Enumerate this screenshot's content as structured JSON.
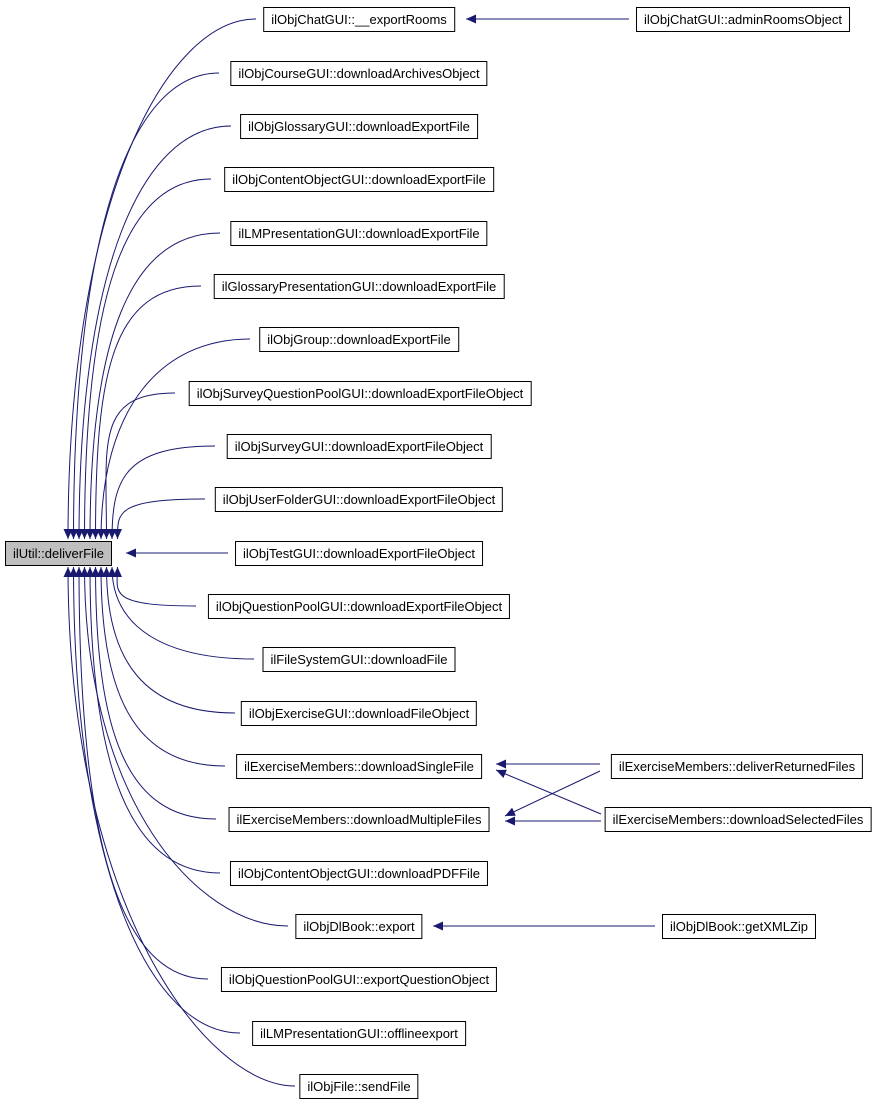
{
  "diagram": {
    "type": "call-graph",
    "edge_color": "#191970",
    "center_node_bg": "#bfbfbf",
    "center_node": {
      "label": "ilUtil::deliverFile"
    },
    "callers": [
      {
        "label": "ilObjChatGUI::__exportRooms"
      },
      {
        "label": "ilObjCourseGUI::downloadArchivesObject"
      },
      {
        "label": "ilObjGlossaryGUI::downloadExportFile"
      },
      {
        "label": "ilObjContentObjectGUI::downloadExportFile"
      },
      {
        "label": "ilLMPresentationGUI::downloadExportFile"
      },
      {
        "label": "ilGlossaryPresentationGUI::downloadExportFile"
      },
      {
        "label": "ilObjGroup::downloadExportFile"
      },
      {
        "label": "ilObjSurveyQuestionPoolGUI::downloadExportFileObject"
      },
      {
        "label": "ilObjSurveyGUI::downloadExportFileObject"
      },
      {
        "label": "ilObjUserFolderGUI::downloadExportFileObject"
      },
      {
        "label": "ilObjTestGUI::downloadExportFileObject"
      },
      {
        "label": "ilObjQuestionPoolGUI::downloadExportFileObject"
      },
      {
        "label": "ilFileSystemGUI::downloadFile"
      },
      {
        "label": "ilObjExerciseGUI::downloadFileObject"
      },
      {
        "label": "ilExerciseMembers::downloadSingleFile"
      },
      {
        "label": "ilExerciseMembers::downloadMultipleFiles"
      },
      {
        "label": "ilObjContentObjectGUI::downloadPDFFile"
      },
      {
        "label": "ilObjDlBook::export"
      },
      {
        "label": "ilObjQuestionPoolGUI::exportQuestionObject"
      },
      {
        "label": "ilLMPresentationGUI::offlineexport"
      },
      {
        "label": "ilObjFile::sendFile"
      }
    ],
    "indirect_callers": [
      {
        "label": "ilObjChatGUI::adminRoomsObject"
      },
      {
        "label": "ilExerciseMembers::deliverReturnedFiles"
      },
      {
        "label": "ilExerciseMembers::downloadSelectedFiles"
      },
      {
        "label": "ilObjDlBook::getXMLZip"
      }
    ]
  }
}
